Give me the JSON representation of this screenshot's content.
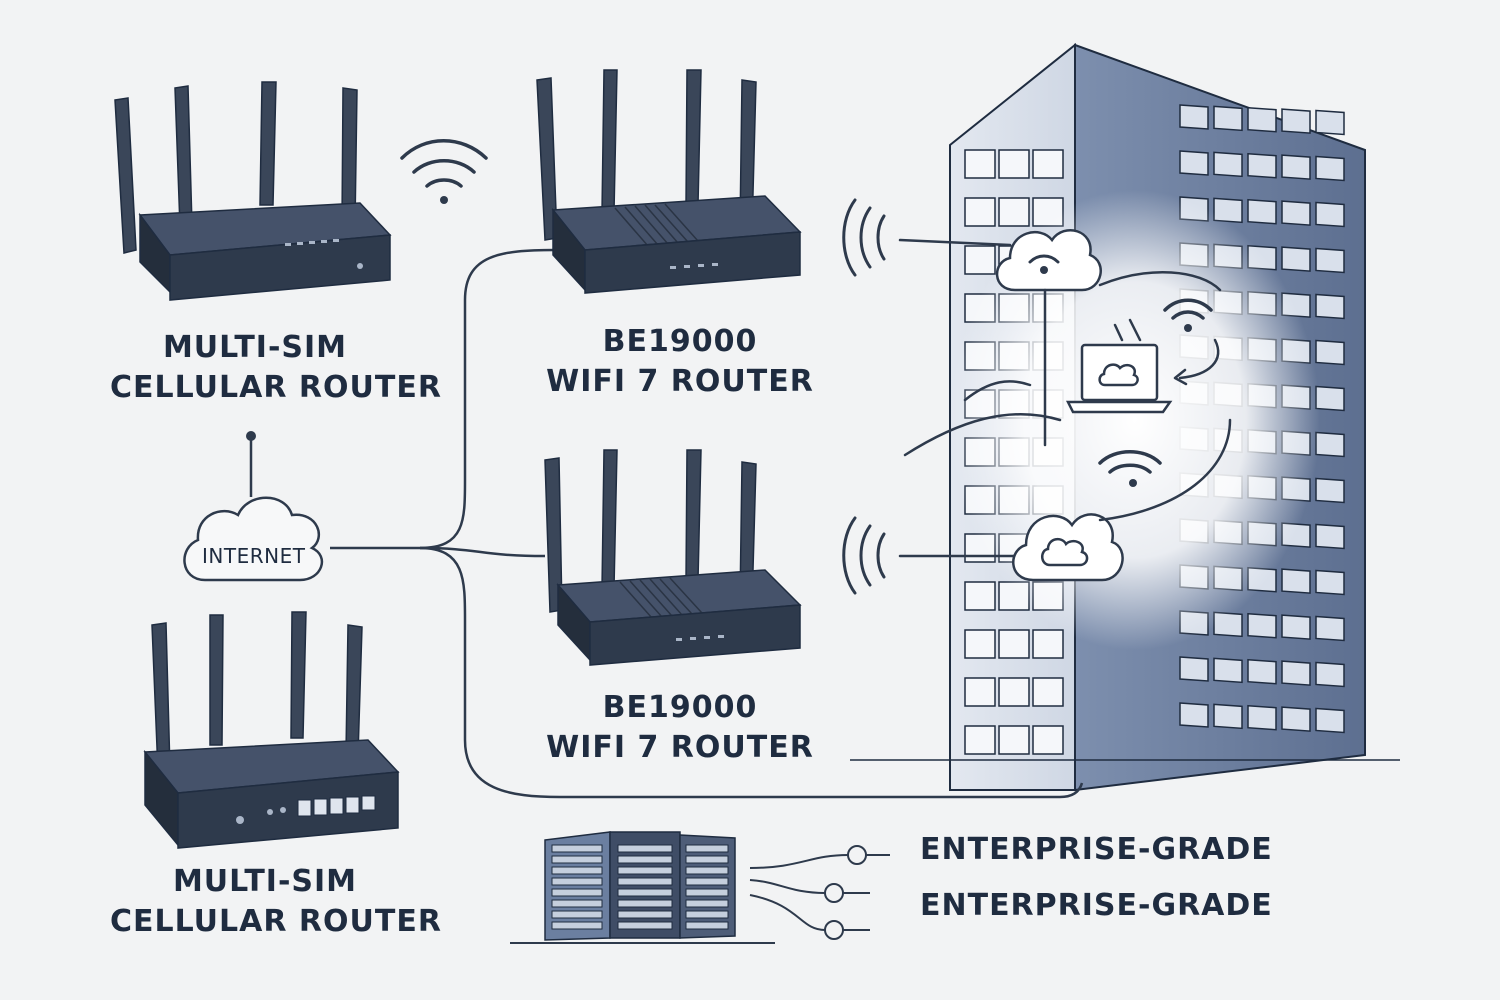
{
  "devices": {
    "cellular_top": {
      "line1": "MULTI-SIM",
      "line2": "CELLULAR ROUTER"
    },
    "cellular_bottom": {
      "line1": "MULTI-SIM",
      "line2": "CELLULAR ROUTER"
    },
    "wifi_top": {
      "line1": "BE19000",
      "line2": "WIFI 7 ROUTER"
    },
    "wifi_bottom": {
      "line1": "BE19000",
      "line2": "WIFI 7 ROUTER"
    }
  },
  "internet": {
    "label": "INTERNET"
  },
  "servers": {
    "label1": "ENTERPRISE-GRADE",
    "label2": "ENTERPRISE-GRADE"
  },
  "colors": {
    "background": "#f2f3f4",
    "ink": "#1f2c40",
    "router_body": "#2e3a4c",
    "building": "#6b7fa0",
    "building_light": "#eef1f6"
  }
}
